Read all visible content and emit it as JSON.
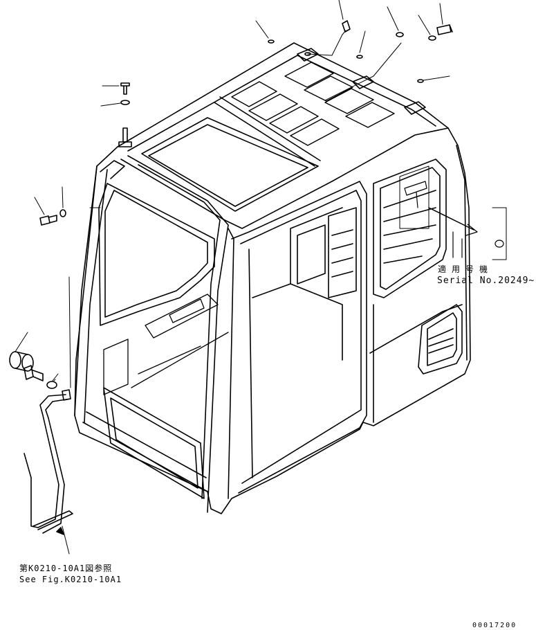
{
  "notes": {
    "serial_applicability_ja": "適用号機",
    "serial_applicability_en": "Serial No.20249~",
    "figure_reference_ja": "第K0210-10A1図参照",
    "figure_reference_en": "See Fig.K0210-10A1"
  },
  "drawing_number": "00017200",
  "colors": {
    "line": "#000000",
    "background": "#ffffff"
  }
}
